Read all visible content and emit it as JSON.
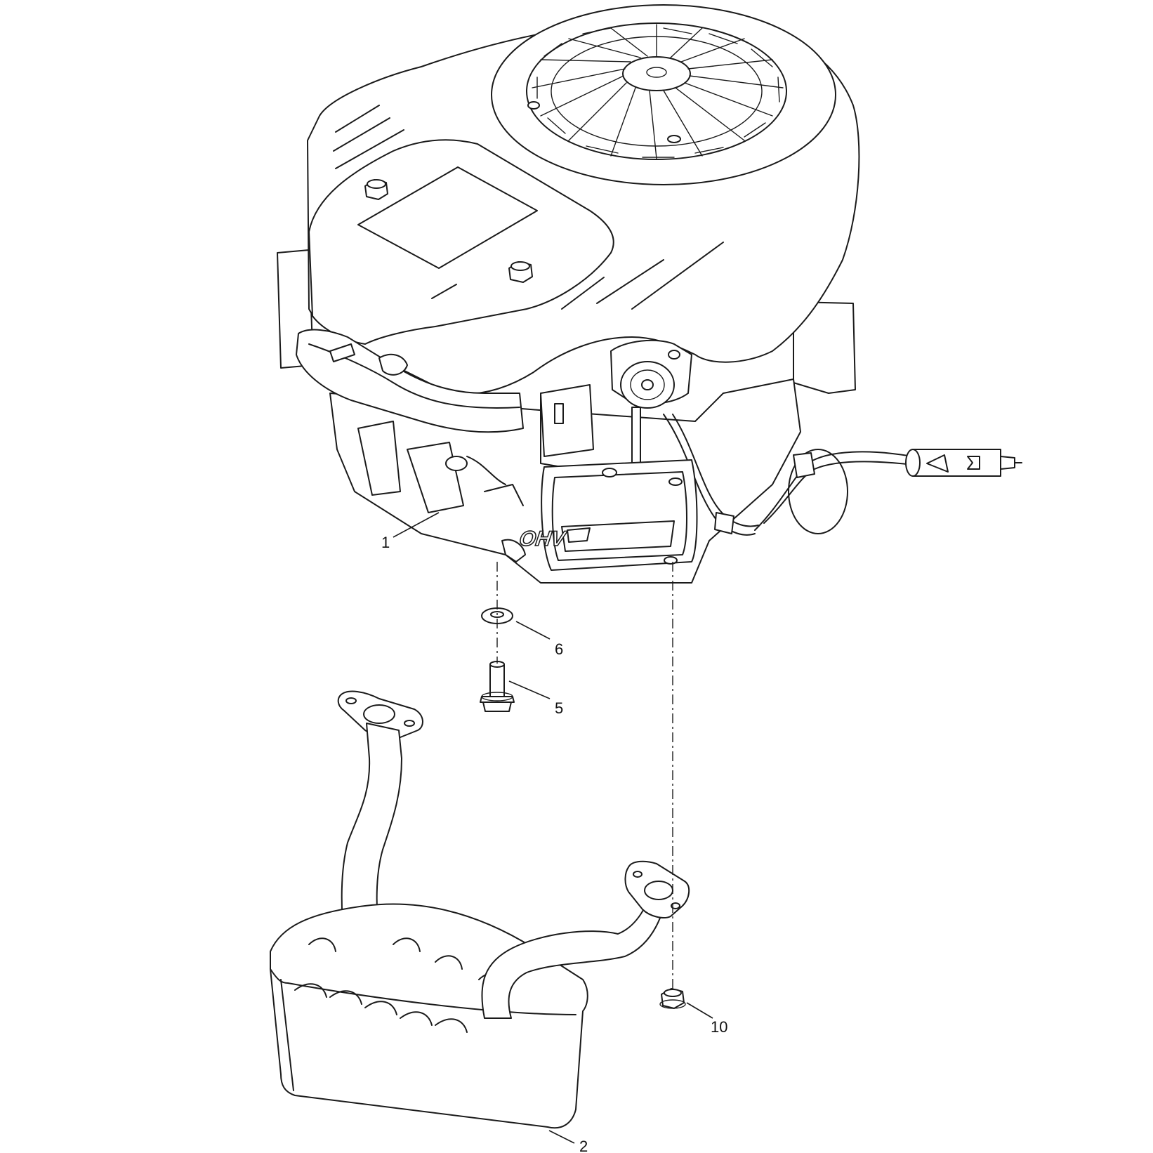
{
  "callouts": [
    {
      "id": "1",
      "label": "1"
    },
    {
      "id": "2",
      "label": "2"
    },
    {
      "id": "5",
      "label": "5"
    },
    {
      "id": "6",
      "label": "6"
    },
    {
      "id": "10",
      "label": "10"
    }
  ],
  "engine_logo_text": "OHV"
}
